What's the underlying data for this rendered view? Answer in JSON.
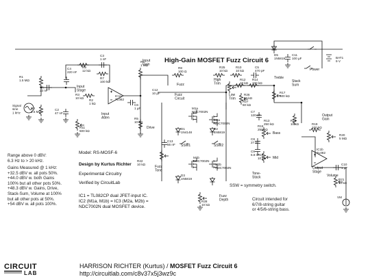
{
  "title": "High-Gain MOSFET Fuzz Circuit 6",
  "components": {
    "C1": "C1\n22 nF",
    "C2": "C2\n47 nF",
    "C3": "C3\n1 nF",
    "C4": "C4\n220 nF",
    "C5": "C5\n470 pF",
    "C6": "C6\n1 µF",
    "C7": "C7\n120 nF",
    "C8": "C8\n27 nF",
    "C9": "C9\n6.8 nF",
    "C10": "C10\n1 µF",
    "C11": "C11\n100 µF",
    "C12": "C12\n10 µF",
    "C13": "C13\n56 nF",
    "R1": "R1\n1.5 MΩ",
    "R2": "R2\n1 kΩ",
    "R3": "R3\n10 kΩ",
    "R4": "R4\n1.5 MΩ",
    "R5": "R5\n10 kΩ",
    "R6": "R6\n1 MΩ",
    "R7": "R7\n100 kΩ",
    "R8": "R8\n100 Ω",
    "R9": "R9\n12 kΩ",
    "R10": "R10\n10 kΩ",
    "R11": "R11\n500 kΩ",
    "R12": "R12\n10 kΩ",
    "R13": "R13\n250 kΩ",
    "R14": "R14\n100 kΩ",
    "R15": "R15\n250 kΩ",
    "R16": "R16\n10 kΩ",
    "R17": "R17\n500 kΩ",
    "R18": "R18\n10 kΩ",
    "R19": "R19\n100 kΩ",
    "R20": "R20\n5 MΩ",
    "R21": "R21\n10 kΩ",
    "R22": "R22\n10 kΩ",
    "R25": "R25\n10 kΩ",
    "R26": "R26\n50 kΩ",
    "R27": "R27\n50 kΩ",
    "R28": "R28\n10 kΩ",
    "D1": "D1\n1N4148",
    "D2": "D2\n1N5819",
    "D3": "D3\n1N5819",
    "D5": "D5\n1N5819",
    "M1a": "M1a\nNDC7002N",
    "M1b": "M1b\nNDC7002N",
    "M2a": "M2a\nNDC7002N",
    "M2b": "M2b\nNDC7002N",
    "IC1a": "IC1a\nTL082",
    "IC1b": "IC1b\nTL082",
    "BAT1": "BAT1\n9 V",
    "SIG": "Signal\nsine\n1 kHz",
    "VM": "VM"
  },
  "labels": {
    "input_stage": "Input\nStage",
    "input_gain": "Input\nGain",
    "input_atten": "Input\nAtten",
    "drive": "Drive",
    "fuzz": "Fuzz",
    "fuzz_circuit": "Fuzz\nCircuit",
    "fuzz_tone": "Fuzz\nTone",
    "fuzz_depth": "Fuzz\nDepth",
    "high_trim": "High\nTrim",
    "low_trim": "Low\nTrim",
    "treble": "Treble",
    "bass": "Bass",
    "mid": "Mid",
    "tone_stack": "Tone-\nStack",
    "stack_sum": "Stack\nSum",
    "output_gain": "Output\nGain",
    "output_stage": "Output\nStage",
    "volume": "Volume",
    "power": "Power",
    "ssw1": "SSW1",
    "ssw2": "SSW2",
    "nc": "nc"
  },
  "notes": {
    "range": "Range above 0 dBV:\n6.3 Hz to > 20 kHz.",
    "gains": "Gains Measured @ 1 kHz:\n+32.5 dBV w. all pots 50%.\n+44.0 dBV w. both Gains\n100% but all other pots 50%.\n+48.3 dBV w. Gains, Drive,\nStack-Sum, Volume at 100%\nbut all other pots at 50%.\n+54 dBV w. all pots 100%.",
    "ssw": "SSW = symmetry switch.",
    "intended": "Circuit intended for\n6/7/8-string guitar\nor 4/5/6-string bass."
  },
  "info": {
    "model": "Model: RS-MOSF-6",
    "designer": "Design by Kurtus Richter",
    "experimental": "Experimental Circuitry",
    "verified": "Verified by CircuitLab",
    "ic_note": "IC1 = TL082CP dual JFET-input IC.\nIC2 (M1a, M1b) = IC3 (M2a, M2b) =\nNDC7002N dual MOSFET device."
  },
  "footer": {
    "logo_top": "CIRCUIT",
    "logo_bottom": "LAB",
    "author": "HARRISON RICHTER (Kurtus)",
    "separator": " / ",
    "circuit_name": "MOSFET Fuzz Circuit 6",
    "url": "http://circuitlab.com/c8v37x5j3wz9c"
  }
}
